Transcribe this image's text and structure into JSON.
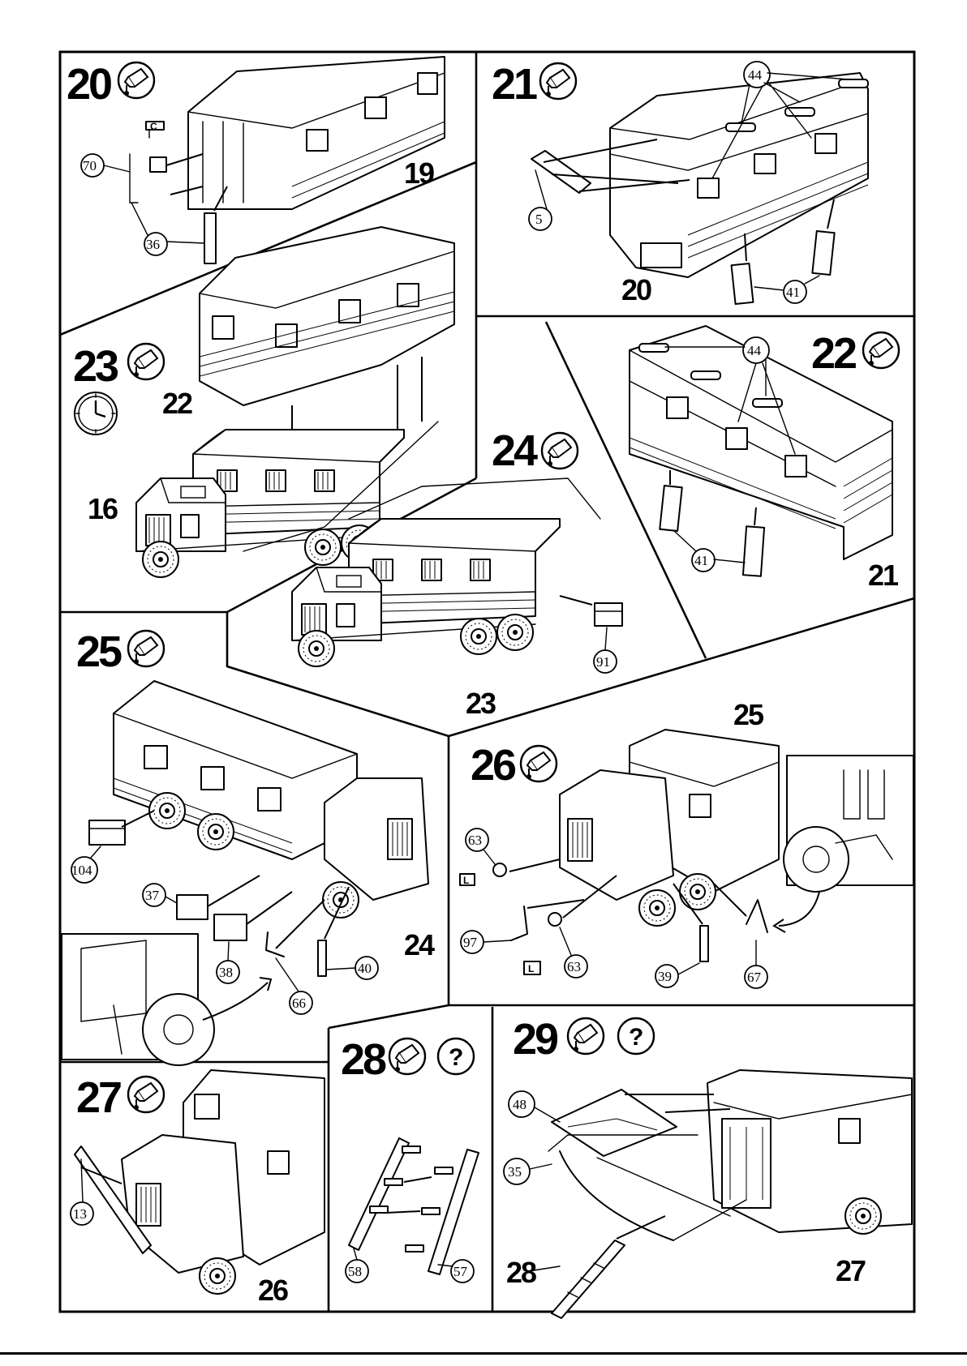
{
  "steps": [
    {
      "number": "20",
      "label": "20",
      "icons": [
        "glue-icon"
      ]
    },
    {
      "number": "21",
      "label": "21",
      "icons": [
        "glue-icon"
      ]
    },
    {
      "number": "22",
      "label": "22",
      "icons": [
        "glue-icon"
      ]
    },
    {
      "number": "23",
      "label": "23",
      "icons": [
        "glue-icon",
        "clock-icon"
      ]
    },
    {
      "number": "24",
      "label": "24",
      "icons": [
        "glue-icon"
      ]
    },
    {
      "number": "25",
      "label": "25",
      "icons": [
        "glue-icon"
      ]
    },
    {
      "number": "26",
      "label": "26",
      "icons": [
        "glue-icon"
      ]
    },
    {
      "number": "27",
      "label": "27",
      "icons": [
        "glue-icon"
      ]
    },
    {
      "number": "28",
      "label": "28",
      "icons": [
        "glue-icon",
        "question-icon"
      ]
    },
    {
      "number": "29",
      "label": "29",
      "icons": [
        "glue-icon",
        "question-icon"
      ]
    }
  ],
  "question_mark": "?",
  "flags": {
    "c": "C",
    "l": "L"
  },
  "callouts": {
    "s20": [
      "70",
      "36"
    ],
    "s21": [
      "44",
      "5",
      "41"
    ],
    "s22": [
      "44",
      "41"
    ],
    "s24": [
      "91"
    ],
    "s25": [
      "104",
      "37",
      "38",
      "66",
      "40"
    ],
    "s26": [
      "63",
      "97",
      "63",
      "39",
      "67"
    ],
    "s27": [
      "13"
    ],
    "s28": [
      "58",
      "57"
    ],
    "s29": [
      "48",
      "35"
    ]
  },
  "assembly_labels": {
    "s20": [
      "19"
    ],
    "s21": [
      "20"
    ],
    "s22": [
      "21"
    ],
    "s23": [
      "22",
      "16"
    ],
    "s24": [
      "23"
    ],
    "s25": [
      "24"
    ],
    "s26": [
      "25"
    ],
    "s27": [
      "26"
    ],
    "s29": [
      "28",
      "27"
    ]
  }
}
